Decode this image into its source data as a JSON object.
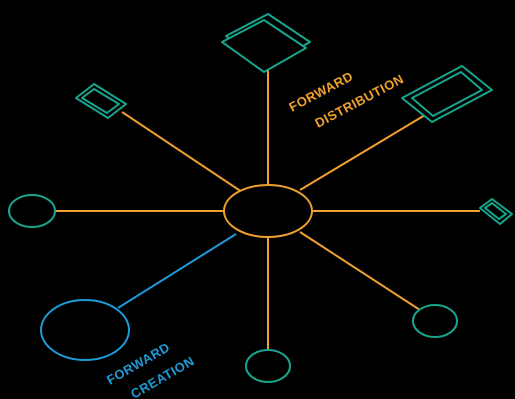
{
  "colors": {
    "background": "#000000",
    "distribution": "#f0a02e",
    "creation": "#1e9ad6",
    "device": "#17a58c"
  },
  "labels": {
    "distribution_line1": "FORWARD",
    "distribution_line2": "DISTRIBUTION",
    "creation_line1": "FORWARD",
    "creation_line2": "CREATION"
  },
  "nodes": [
    {
      "name": "hub-node",
      "shape": "ellipse"
    },
    {
      "name": "book-device",
      "shape": "stacked-panels"
    },
    {
      "name": "phone-device",
      "shape": "phone"
    },
    {
      "name": "tablet-device",
      "shape": "tablet"
    },
    {
      "name": "small-phone-device",
      "shape": "phone"
    },
    {
      "name": "left-circle-node",
      "shape": "ellipse"
    },
    {
      "name": "bottom-circle-node",
      "shape": "ellipse"
    },
    {
      "name": "bottom-right-circle-node",
      "shape": "ellipse"
    },
    {
      "name": "creation-source-node",
      "shape": "ellipse"
    }
  ]
}
